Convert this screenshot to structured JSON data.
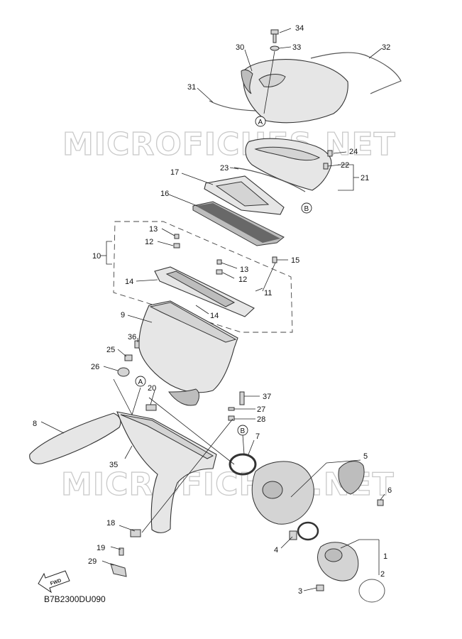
{
  "diagram": {
    "code": "B7B2300DU090",
    "fwd_label": "FWD",
    "watermark": "MICROFICHES.NET",
    "callouts": [
      "1",
      "2",
      "3",
      "4",
      "5",
      "6",
      "7",
      "8",
      "9",
      "10",
      "11",
      "12",
      "12",
      "13",
      "13",
      "14",
      "14",
      "15",
      "16",
      "17",
      "18",
      "19",
      "20",
      "21",
      "22",
      "23",
      "24",
      "25",
      "26",
      "27",
      "28",
      "29",
      "30",
      "31",
      "32",
      "33",
      "34",
      "35",
      "36",
      "37"
    ],
    "refs": [
      "A",
      "A",
      "B",
      "B"
    ]
  }
}
